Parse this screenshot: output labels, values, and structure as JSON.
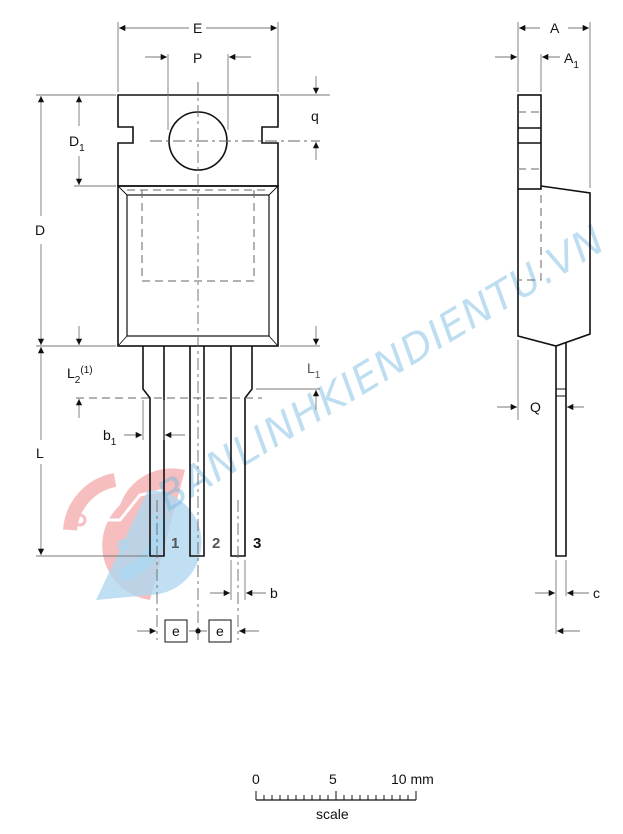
{
  "title": "TO-220 package outline drawing",
  "dimensions": {
    "E": "E",
    "P": "P",
    "q": "q",
    "D": "D",
    "D1_main": "D",
    "D1_sub": "1",
    "L": "L",
    "L1_main": "L",
    "L1_sub": "1",
    "L2_main": "L",
    "L2_sub": "2",
    "L2_note": "(1)",
    "b": "b",
    "b1_main": "b",
    "b1_sub": "1",
    "e": "e",
    "A": "A",
    "A1_main": "A",
    "A1_sub": "1",
    "Q": "Q",
    "c": "c"
  },
  "pins": [
    {
      "number": "1",
      "color": "#555555"
    },
    {
      "number": "2",
      "color": "#555555"
    },
    {
      "number": "3",
      "color": "#111111"
    }
  ],
  "scale_bar": {
    "tick_labels": [
      "0",
      "5",
      "10 mm"
    ],
    "caption": "scale",
    "length_mm": 10,
    "subdivisions": 20
  },
  "watermark": {
    "text": "BANLINHKIENDIENTU.VN",
    "colors": {
      "red": "#f08a8a",
      "blue": "#6fb6e2"
    }
  }
}
